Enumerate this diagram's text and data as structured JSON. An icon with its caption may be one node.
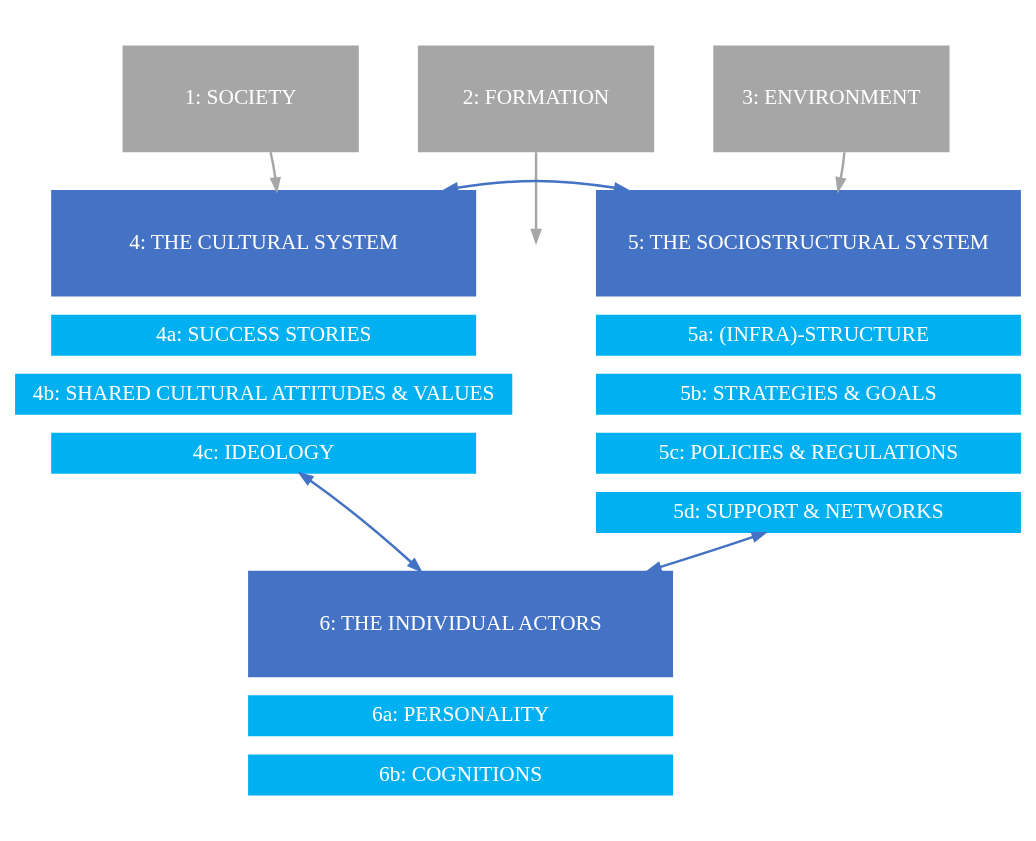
{
  "diagram": {
    "nodes": [
      {
        "text": [
          "1: SOCIETY"
        ]
      },
      {
        "text": [
          "2: FORMATION"
        ]
      },
      {
        "text": [
          "3: ENVIRONMENT"
        ]
      },
      {
        "text": [
          "4: THE CULTURAL SYSTEM"
        ]
      },
      {
        "text": [
          "4a: SUCCESS STORIES"
        ]
      },
      {
        "text": [
          "4b: SHARED CULTURAL ATTITUDES & VALUES"
        ]
      },
      {
        "text": [
          "4c: IDEOLOGY"
        ]
      },
      {
        "text": [
          "5: THE SOCIOSTRUCTURAL SYSTEM"
        ]
      },
      {
        "text": [
          "5a: (INFRA)-STRUCTURE"
        ]
      },
      {
        "text": [
          "5b: STRATEGIES & GOALS"
        ]
      },
      {
        "text": [
          "5c: POLICIES & REGULATIONS"
        ]
      },
      {
        "text": [
          "5d: SUPPORT & NETWORKS"
        ]
      },
      {
        "text": [
          "6: THE INDIVIDUAL ACTORS"
        ]
      },
      {
        "text": [
          "6a: PERSONALITY"
        ]
      },
      {
        "text": [
          "6b: COGNITIONS"
        ]
      }
    ],
    "edges": [
      {
        "from": 0,
        "to": 3,
        "arrow": "to",
        "color": "#a6a6a6"
      },
      {
        "from": 1,
        "to": null,
        "arrow": "to",
        "color": "#a6a6a6"
      },
      {
        "from": 2,
        "to": 7,
        "arrow": "to",
        "color": "#a6a6a6"
      },
      {
        "from": 3,
        "to": 7,
        "arrow": "both",
        "color": "#4472c4"
      },
      {
        "from": 6,
        "to": 12,
        "arrow": "both",
        "color": "#4472c4"
      },
      {
        "from": 11,
        "to": 12,
        "arrow": "both",
        "color": "#4472c4"
      }
    ]
  }
}
